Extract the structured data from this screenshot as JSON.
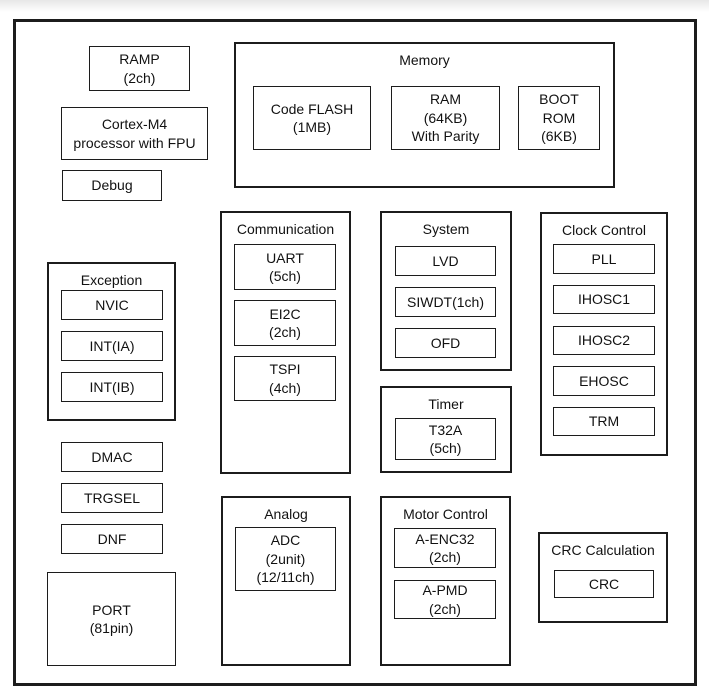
{
  "colors": {
    "line": "#1c1c1c",
    "background": "#ffffff"
  },
  "groups": {
    "memory": {
      "title": "Memory"
    },
    "communication": {
      "title": "Communication"
    },
    "system": {
      "title": "System"
    },
    "timer": {
      "title": "Timer"
    },
    "clock_control": {
      "title": "Clock Control"
    },
    "exception": {
      "title": "Exception"
    },
    "analog": {
      "title": "Analog"
    },
    "motor_control": {
      "title": "Motor Control"
    },
    "crc_calculation": {
      "title": "CRC Calculation"
    }
  },
  "blocks": {
    "ramp": "RAMP\n(2ch)",
    "cortex_m4": "Cortex-M4\nprocessor with FPU",
    "debug": "Debug",
    "nvic": "NVIC",
    "int_ia": "INT(IA)",
    "int_ib": "INT(IB)",
    "dmac": "DMAC",
    "trgsel": "TRGSEL",
    "dnf": "DNF",
    "port": "PORT\n(81pin)",
    "code_flash": "Code FLASH\n(1MB)",
    "ram": "RAM\n(64KB)\nWith Parity",
    "boot_rom": "BOOT\nROM\n(6KB)",
    "uart": "UART\n(5ch)",
    "ei2c": "EI2C\n(2ch)",
    "tspi": "TSPI\n(4ch)",
    "lvd": "LVD",
    "siwdt": "SIWDT(1ch)",
    "ofd": "OFD",
    "t32a": "T32A\n(5ch)",
    "pll": "PLL",
    "ihosc1": "IHOSC1",
    "ihosc2": "IHOSC2",
    "ehosc": "EHOSC",
    "trm": "TRM",
    "adc": "ADC\n(2unit)\n(12/11ch)",
    "a_enc32": "A-ENC32\n(2ch)",
    "a_pmd": "A-PMD\n(2ch)",
    "crc": "CRC"
  }
}
